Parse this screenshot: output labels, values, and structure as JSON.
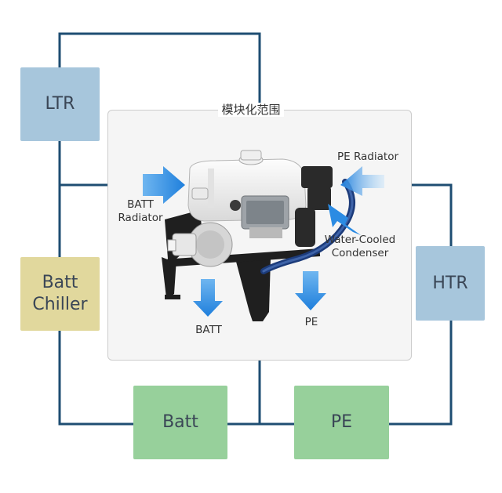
{
  "module": {
    "title": "模块化范围"
  },
  "boxes": {
    "ltr": "LTR",
    "batt_chiller": "Batt\nChiller",
    "htr": "HTR",
    "batt": "Batt",
    "pe": "PE"
  },
  "labels": {
    "batt_radiator": "BATT\nRadiator",
    "pe_radiator": "PE Radiator",
    "water_cooled_condenser": "Water-Cooled\nCondenser",
    "batt_out": "BATT",
    "pe_out": "PE"
  },
  "colors": {
    "wire": "#1e4d72",
    "box_blue": "#a7c6dc",
    "box_tan": "#e1d89d",
    "box_green": "#97d09b",
    "arrow": "#2b8be3"
  }
}
